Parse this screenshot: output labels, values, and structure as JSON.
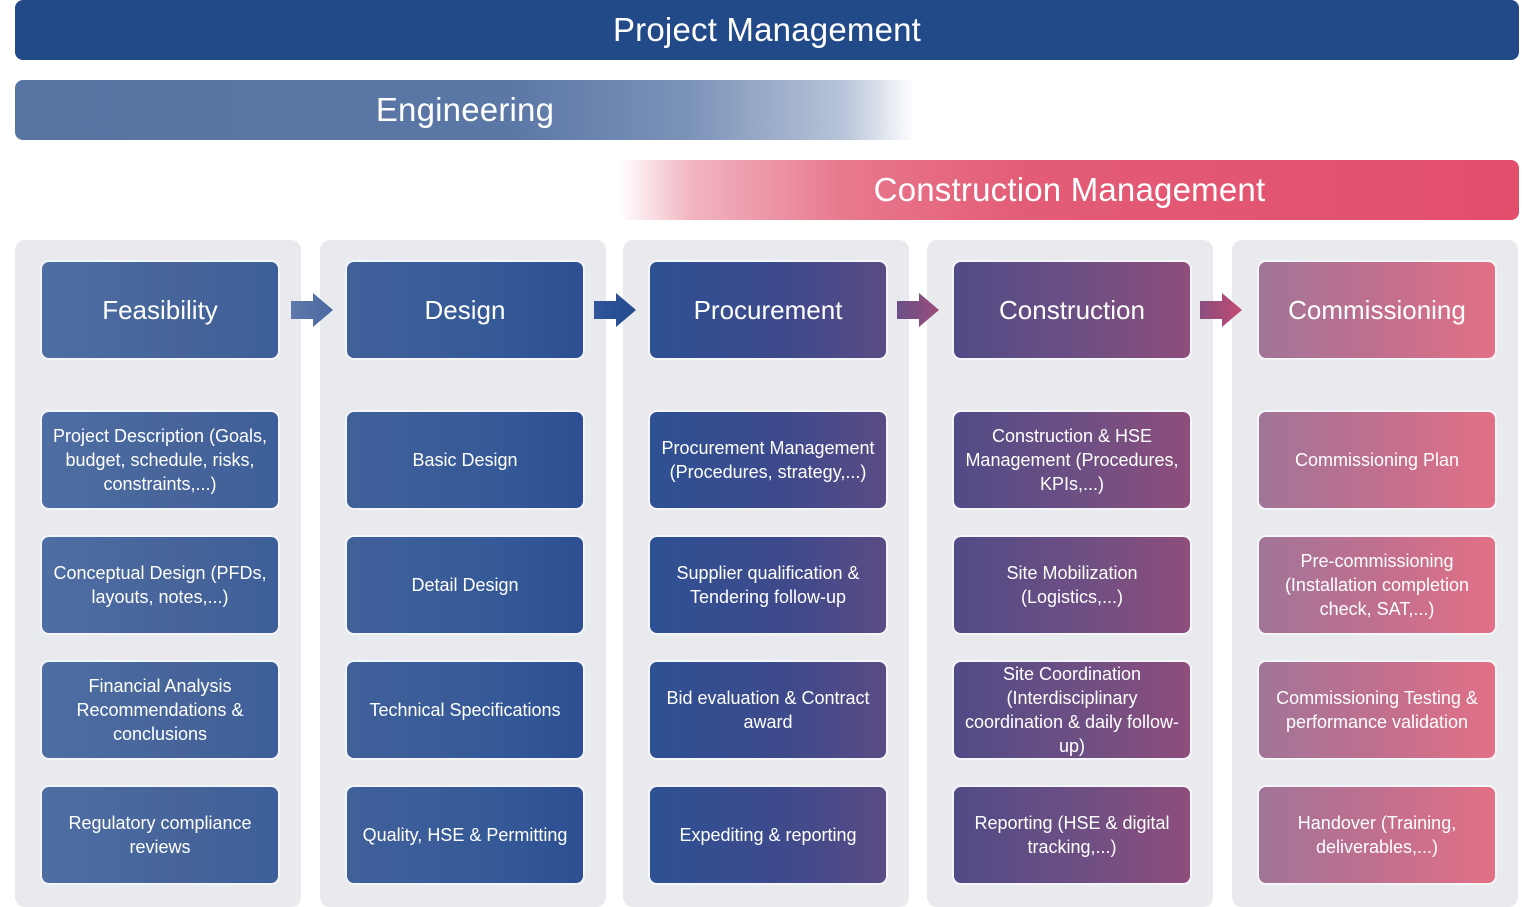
{
  "bands": {
    "project_management": "Project Management",
    "engineering": "Engineering",
    "construction_management": "Construction Management"
  },
  "colors": {
    "project_management": "#234a88",
    "engineering": "#5874a3",
    "construction_management": "#e24e6c",
    "column_background": "#e9eaee"
  },
  "phases": [
    {
      "title": "Feasibility",
      "items": [
        "Project Description (Goals, budget, schedule, risks, constraints,...)",
        "Conceptual Design (PFDs, layouts, notes,...)",
        "Financial Analysis Recommendations & conclusions",
        "Regulatory compliance reviews"
      ]
    },
    {
      "title": "Design",
      "items": [
        "Basic Design",
        "Detail Design",
        "Technical Specifications",
        "Quality, HSE & Permitting"
      ]
    },
    {
      "title": "Procurement",
      "items": [
        "Procurement Management (Procedures, strategy,...)",
        "Supplier qualification & Tendering follow-up",
        "Bid evaluation & Contract award",
        "Expediting & reporting"
      ]
    },
    {
      "title": "Construction",
      "items": [
        "Construction & HSE Management (Procedures, KPIs,...)",
        "Site Mobilization (Logistics,...)",
        "Site Coordination (Interdisciplinary coordination & daily follow-up)",
        "Reporting (HSE & digital tracking,...)"
      ]
    },
    {
      "title": "Commissioning",
      "items": [
        "Commissioning Plan",
        "Pre-commissioning (Installation completion check, SAT,...)",
        "Commissioning Testing & performance validation",
        "Handover (Training, deliverables,...)"
      ]
    }
  ],
  "arrows": [
    {
      "from": "Feasibility",
      "to": "Design",
      "icon": "right-arrow-icon"
    },
    {
      "from": "Design",
      "to": "Procurement",
      "icon": "right-arrow-icon"
    },
    {
      "from": "Procurement",
      "to": "Construction",
      "icon": "right-arrow-icon"
    },
    {
      "from": "Construction",
      "to": "Commissioning",
      "icon": "right-arrow-icon"
    }
  ]
}
